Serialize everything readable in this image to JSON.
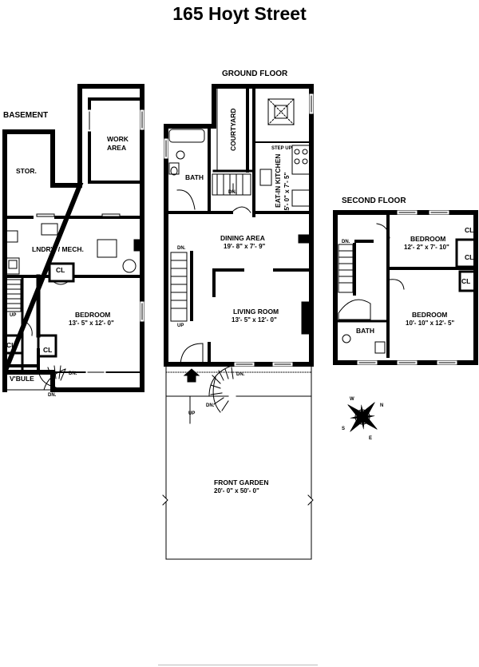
{
  "title": "165 Hoyt Street",
  "floors": {
    "basement": "BASEMENT",
    "ground": "GROUND FLOOR",
    "second": "SECOND FLOOR"
  },
  "basement_rooms": {
    "storage": "STOR.",
    "work_area_line1": "WORK",
    "work_area_line2": "AREA",
    "laundry": "LNDRY. / MECH.",
    "closet_a": "CL",
    "closet_b": "CL",
    "closet_c": "CL",
    "bedroom": "BEDROOM",
    "bedroom_dim": "13'- 5\" x 12'- 0\"",
    "vestibule": "V'BULE",
    "up": "UP",
    "dn_a": "DN.",
    "dn_b": "DN."
  },
  "ground_rooms": {
    "courtyard": "COURTYARD",
    "bath": "BATH",
    "kitchen": "EAT-IN KITCHEN",
    "kitchen_dim": "15'- 0\" x 7'- 5\"",
    "step_up": "STEP UP",
    "dining": "DINING AREA",
    "dining_dim": "19'- 8\" x 7'- 9\"",
    "living": "LIVING ROOM",
    "living_dim": "13'- 5\" x 12'- 0\"",
    "garden": "FRONT GARDEN",
    "garden_dim": "20'- 0\" x 50'- 0\"",
    "dn_stair": "DN.",
    "dn_a": "DN.",
    "dn_b": "DN.",
    "dn_c": "DN.",
    "up_a": "UP",
    "up_b": "UP"
  },
  "second_rooms": {
    "bedroom_front": "BEDROOM",
    "bedroom_front_dim": "12'- 2\" x 7'- 10\"",
    "bedroom_rear": "BEDROOM",
    "bedroom_rear_dim": "10'- 10\" x 12'- 5\"",
    "bath": "BATH",
    "closet_a": "CL",
    "closet_b": "CL",
    "closet_c": "CL",
    "dn": "DN."
  },
  "compass": {
    "n": "N",
    "s": "S",
    "e": "E",
    "w": "W"
  }
}
